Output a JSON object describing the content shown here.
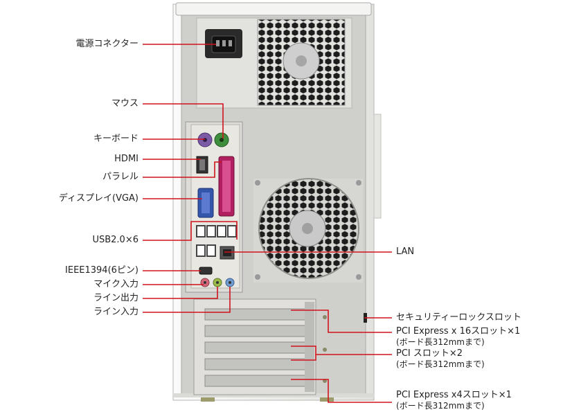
{
  "left_labels": {
    "power": "電源コネクター",
    "mouse": "マウス",
    "keyboard": "キーボード",
    "hdmi": "HDMI",
    "parallel": "パラレル",
    "vga": "ディスプレイ(VGA)",
    "usb": "USB2.0×6",
    "ieee1394": "IEEE1394(6ピン)",
    "mic": "マイク入力",
    "line_out": "ライン出力",
    "line_in": "ライン入力"
  },
  "right_labels": {
    "lan": "LAN",
    "security": "セキュリティーロックスロット",
    "pcie16": "PCI Express x 16スロット×1",
    "pcie16_note": "(ボード長312mmまで)",
    "pci": "PCI スロット×2",
    "pci_note": "(ボード長312mmまで)",
    "pcie4": "PCI Express x4スロット×1",
    "pcie4_note": "(ボード長312mmまで)"
  },
  "colors": {
    "leader_line": "#d0121b",
    "case_body": "#c8c8c4",
    "case_frame": "#eeeeec",
    "io_panel": "#d9d8d2",
    "ps2_keyboard": "#7b5aa6",
    "ps2_mouse": "#3e8e3e",
    "vga_port": "#3355aa",
    "mic_jack": "#d4687c",
    "line_out_jack": "#9bbb4a",
    "line_in_jack": "#6f9bd0"
  }
}
